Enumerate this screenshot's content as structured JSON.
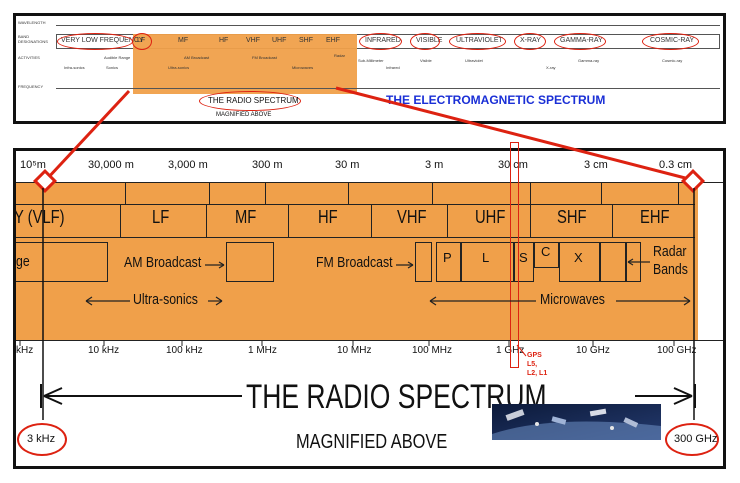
{
  "top_panel": {
    "row_labels": [
      "WAVELENGTH",
      "BAND DESIGNATIONS",
      "ACTIVITIES",
      "FREQUENCY"
    ],
    "bands": [
      "VERY LOW FREQUENCY",
      "LF",
      "MF",
      "HF",
      "VHF",
      "UHF",
      "SHF",
      "EHF",
      "INFRARED",
      "VISIBLE",
      "ULTRAVIOLET",
      "X-RAY",
      "GAMMA-RAY",
      "COSMIC-RAY"
    ],
    "activities": [
      "Infra-sonics",
      "Audible Range",
      "AM Broadcast",
      "FM Broadcast",
      "Sonics",
      "Ultra-sonics",
      "Microwaves",
      "Radar",
      "Sub-Millimeter",
      "Infrared",
      "Visible",
      "Ultraviolet",
      "X-ray",
      "Gamma-ray",
      "Cosmic-ray"
    ],
    "radio_spectrum_title": "THE RADIO SPECTRUM",
    "magnified_label": "MAGNIFIED ABOVE"
  },
  "em_title": "THE ELECTROMAGNETIC SPECTRUM",
  "main": {
    "wavelengths": [
      "10⁵m",
      "30,000 m",
      "3,000 m",
      "300 m",
      "30 m",
      "3 m",
      "30 cm",
      "3 cm",
      "0.3 cm"
    ],
    "bands": [
      "Y (VLF)",
      "LF",
      "MF",
      "HF",
      "VHF",
      "UHF",
      "SHF",
      "EHF"
    ],
    "uses": {
      "partial": "ge",
      "am": "AM Broadcast",
      "fm": "FM Broadcast",
      "radar_line1": "Radar",
      "radar_line2": "Bands",
      "ultrasonics": "Ultra-sonics",
      "microwaves": "Microwaves"
    },
    "radar_letters": [
      "P",
      "L",
      "S",
      "C",
      "X"
    ],
    "frequencies": [
      "kHz",
      "10 kHz",
      "100 kHz",
      "1 MHz",
      "10 MHz",
      "100 MHz",
      "1 GHz",
      "10 GHz",
      "100 GHz"
    ],
    "gps_label": [
      "GPS",
      "L5,",
      "L2, L1"
    ],
    "title": "THE RADIO SPECTRUM",
    "subtitle": "MAGNIFIED ABOVE",
    "left_end": "3 kHz",
    "right_end": "300 GHz"
  },
  "colors": {
    "band_fill": "#f0a04a",
    "highlight": "#dd2211",
    "title_blue": "#1a2fd6"
  }
}
